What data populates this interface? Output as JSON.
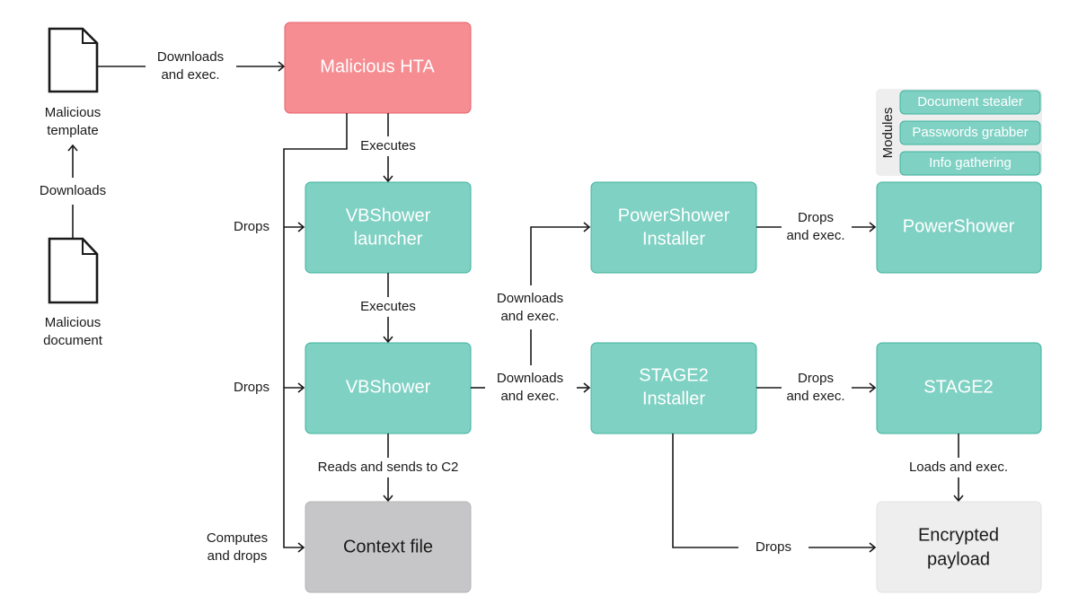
{
  "colors": {
    "teal": "#7fd1c3",
    "teal_border": "#3fb39d",
    "red": "#f58d92",
    "red_border": "#e8606a",
    "gray": "#c6c6c8",
    "light_gray": "#eeeeee",
    "line": "#1a1a1a",
    "white_text": "#ffffff",
    "dark_text": "#1a1a1a"
  },
  "documents": {
    "template": {
      "line1": "Malicious",
      "line2": "template"
    },
    "document": {
      "line1": "Malicious",
      "line2": "document"
    }
  },
  "nodes": {
    "hta": {
      "label": "Malicious HTA"
    },
    "vbs_launcher": {
      "line1": "VBShower",
      "line2": "launcher"
    },
    "vbshower": {
      "label": "VBShower"
    },
    "context_file": {
      "label": "Context file"
    },
    "ps_installer": {
      "line1": "PowerShower",
      "line2": "Installer"
    },
    "powershower": {
      "label": "PowerShower"
    },
    "stage2_installer": {
      "line1": "STAGE2",
      "line2": "Installer"
    },
    "stage2": {
      "label": "STAGE2"
    },
    "encrypted_payload": {
      "line1": "Encrypted",
      "line2": "payload"
    }
  },
  "modules": {
    "title": "Modules",
    "items": [
      "Document stealer",
      "Passwords grabber",
      "Info gathering"
    ]
  },
  "edges": {
    "doc_to_template": "Downloads",
    "template_to_hta": {
      "line1": "Downloads",
      "line2": "and exec."
    },
    "hta_to_launcher": "Executes",
    "drops_launcher": "Drops",
    "launcher_to_vbshower": "Executes",
    "drops_vbshower": "Drops",
    "vbshower_to_context": "Reads and sends to C2",
    "computes_drops": {
      "line1": "Computes",
      "line2": "and drops"
    },
    "vbshower_to_ps_installer": {
      "line1": "Downloads",
      "line2": "and exec."
    },
    "vbshower_to_stage2_installer": {
      "line1": "Downloads",
      "line2": "and exec."
    },
    "ps_installer_to_powershower": {
      "line1": "Drops",
      "line2": "and exec."
    },
    "stage2_installer_to_stage2": {
      "line1": "Drops",
      "line2": "and exec."
    },
    "stage2_to_payload": "Loads and exec.",
    "stage2_installer_to_payload": "Drops"
  }
}
